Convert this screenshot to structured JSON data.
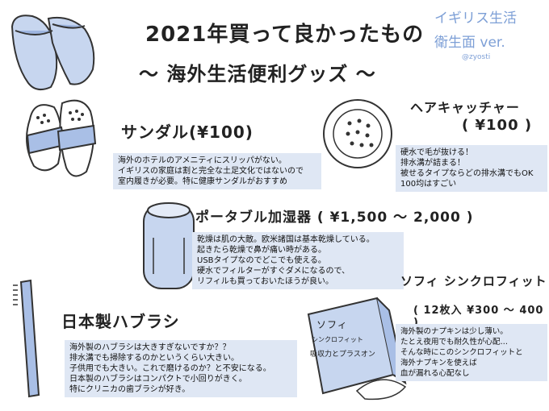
{
  "header": {
    "title_line1": "2021年買って良かったもの",
    "title_line2": "〜 海外生活便利グッズ 〜",
    "tag_line1": "イギリス生活",
    "tag_line2": "衛生面 ver.",
    "handle": "@zyosti"
  },
  "items": {
    "sandal": {
      "title": "サンダル(¥100)",
      "lines": [
        "海外のホテルのアメニティにスリッパがない。",
        "イギリスの家庭は割と完全な土足文化ではないので",
        "室内履きが必要。特に健康サンダルがおすすめ"
      ]
    },
    "hair_catcher": {
      "title": "ヘアキャッチャー",
      "price": "( ¥100 )",
      "lines": [
        "硬水で毛が抜ける！",
        "排水溝が詰まる！",
        "被せるタイプならどの排水溝でもOK",
        "100均はすごい"
      ]
    },
    "humidifier": {
      "title": "ポータブル加湿器 ( ¥1,500 〜 2,000 )",
      "lines": [
        "乾燥は肌の大敵。欧米諸国は基本乾燥している。",
        "起きたら乾燥で鼻が痛い時がある。",
        "USBタイプなのでどこでも使える。",
        "硬水でフィルターがすぐダメになるので、",
        "リフィルも買っておいたほうが良い。"
      ]
    },
    "toothbrush": {
      "title": "日本製ハブラシ",
      "lines": [
        "海外製のハブラシは大きすぎないですか？？",
        "排水溝でも掃除するのかというくらい大きい。",
        "子供用でも大きい。これで磨けるのか？と不安になる。",
        "日本製のハブラシはコンパクトで小回りがきく。",
        "特にクリニカの歯ブラシが好き。"
      ]
    },
    "sofy": {
      "title": "ソフィ シンクロフィット",
      "price": "( 12枚入 ¥300 〜 400 )",
      "package_brand": "ソフィ",
      "package_line1": "シンクロフィット",
      "package_line2": "吸収力とプラスオン",
      "lines": [
        "海外製のナプキンは少し薄い。",
        "たとえ夜用でも耐久性が心配…",
        "そんな時にこのシンクロフィットと",
        "海外ナプキンを使えば",
        "血が漏れる心配なし"
      ]
    }
  },
  "colors": {
    "accent_blue": "#a9bfe6",
    "box_bg": "#dfe7f4",
    "ink": "#222222"
  }
}
